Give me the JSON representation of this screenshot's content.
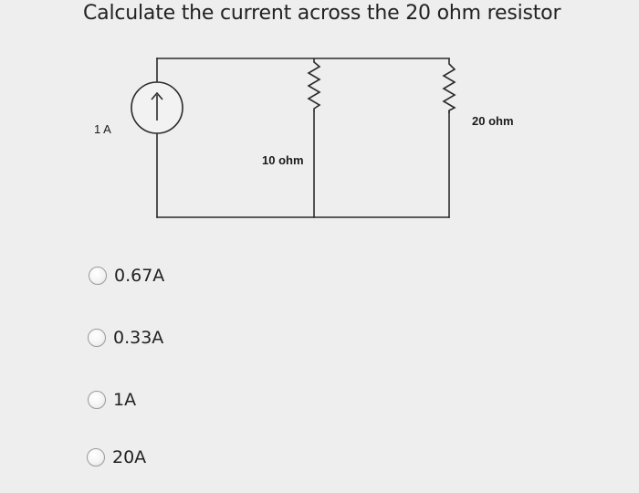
{
  "question": {
    "title": "Calculate the current across the 20 ohm resistor"
  },
  "circuit": {
    "source_label": "1 A",
    "resistor_1_label": "10 ohm",
    "resistor_2_label": "20 ohm"
  },
  "options": [
    {
      "label": "0.67A"
    },
    {
      "label": "0.33A"
    },
    {
      "label": "1A"
    },
    {
      "label": "20A"
    }
  ],
  "colors": {
    "background": "#eeeeee",
    "wire": "#2a2a2a",
    "text": "#222222"
  }
}
